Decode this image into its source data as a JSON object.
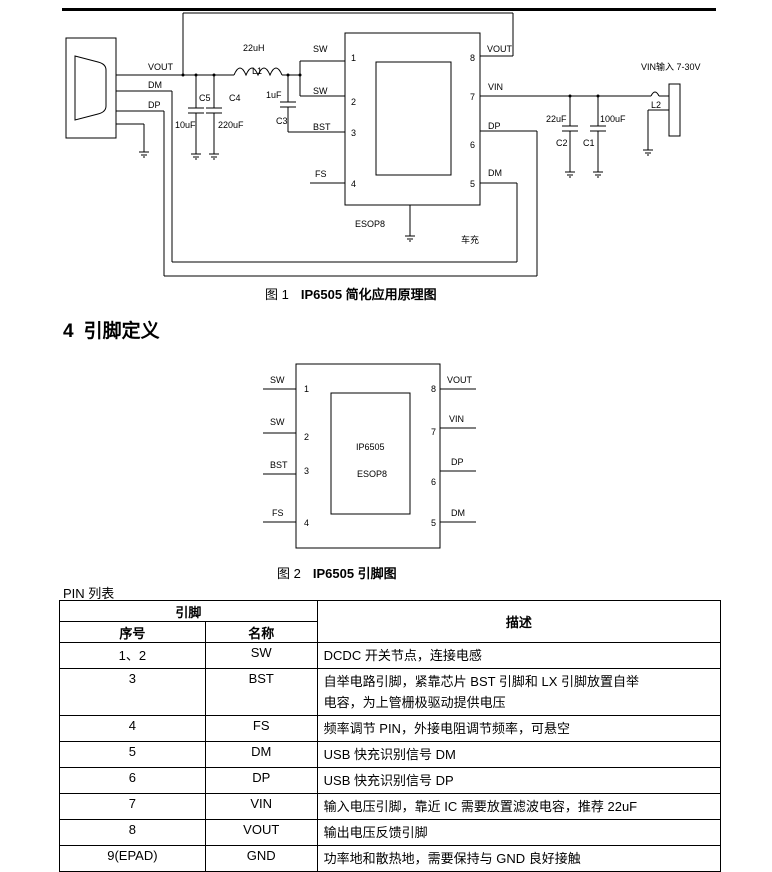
{
  "figure1": {
    "caption_label": "图 1",
    "caption_text": "IP6505 简化应用原理图",
    "labels": {
      "vout_left": "VOUT",
      "dm_left": "DM",
      "dp_left": "DP",
      "l1_value": "22uH",
      "l1_name": "L1",
      "c5_name": "C5",
      "c5_value": "10uF",
      "c4_name": "C4",
      "c4_value": "220uF",
      "c3_value": "1uF",
      "c3_name": "C3",
      "sw1": "SW",
      "sw2": "SW",
      "bst": "BST",
      "fs": "FS",
      "vout_r": "VOUT",
      "vin_r": "VIN",
      "dp_r": "DP",
      "dm_r": "DM",
      "pin1": "1",
      "pin2": "2",
      "pin3": "3",
      "pin4": "4",
      "pin5": "5",
      "pin6": "6",
      "pin7": "7",
      "pin8": "8",
      "package": "ESOP8",
      "c2_value": "22uF",
      "c2_name": "C2",
      "c1_value": "100uF",
      "c1_name": "C1",
      "l2_name": "L2",
      "vin_input": "VIN输入 7-30V",
      "car_charger": "车充"
    }
  },
  "section": {
    "number": "4",
    "title": "引脚定义"
  },
  "figure2": {
    "caption_label": "图 2",
    "caption_text": "IP6505 引脚图",
    "chip_name": "IP6505",
    "chip_package": "ESOP8",
    "left_pins": [
      {
        "name": "SW",
        "num": "1"
      },
      {
        "name": "SW",
        "num": "2"
      },
      {
        "name": "BST",
        "num": "3"
      },
      {
        "name": "FS",
        "num": "4"
      }
    ],
    "right_pins": [
      {
        "name": "VOUT",
        "num": "8"
      },
      {
        "name": "VIN",
        "num": "7"
      },
      {
        "name": "DP",
        "num": "6"
      },
      {
        "name": "DM",
        "num": "5"
      }
    ]
  },
  "pin_table": {
    "title": "PIN 列表",
    "header_pin": "引脚",
    "header_desc": "描述",
    "header_no": "序号",
    "header_name": "名称",
    "rows": [
      {
        "no": "1、2",
        "name": "SW",
        "desc1": "DCDC 开关节点，连接电感",
        "desc2": ""
      },
      {
        "no": "3",
        "name": "BST",
        "desc1": "自举电路引脚，紧靠芯片 BST 引脚和 LX 引脚放置自举",
        "desc2": "电容，为上管栅极驱动提供电压"
      },
      {
        "no": "4",
        "name": "FS",
        "desc1": "频率调节 PIN，外接电阻调节频率，可悬空",
        "desc2": ""
      },
      {
        "no": "5",
        "name": "DM",
        "desc1": "USB 快充识别信号 DM",
        "desc2": ""
      },
      {
        "no": "6",
        "name": "DP",
        "desc1": "USB 快充识别信号 DP",
        "desc2": ""
      },
      {
        "no": "7",
        "name": "VIN",
        "desc1": "输入电压引脚，靠近 IC 需要放置滤波电容，推荐 22uF",
        "desc2": ""
      },
      {
        "no": "8",
        "name": "VOUT",
        "desc1": "输出电压反馈引脚",
        "desc2": ""
      },
      {
        "no": "9(EPAD)",
        "name": "GND",
        "desc1": "功率地和散热地，需要保持与 GND 良好接触",
        "desc2": ""
      }
    ]
  }
}
